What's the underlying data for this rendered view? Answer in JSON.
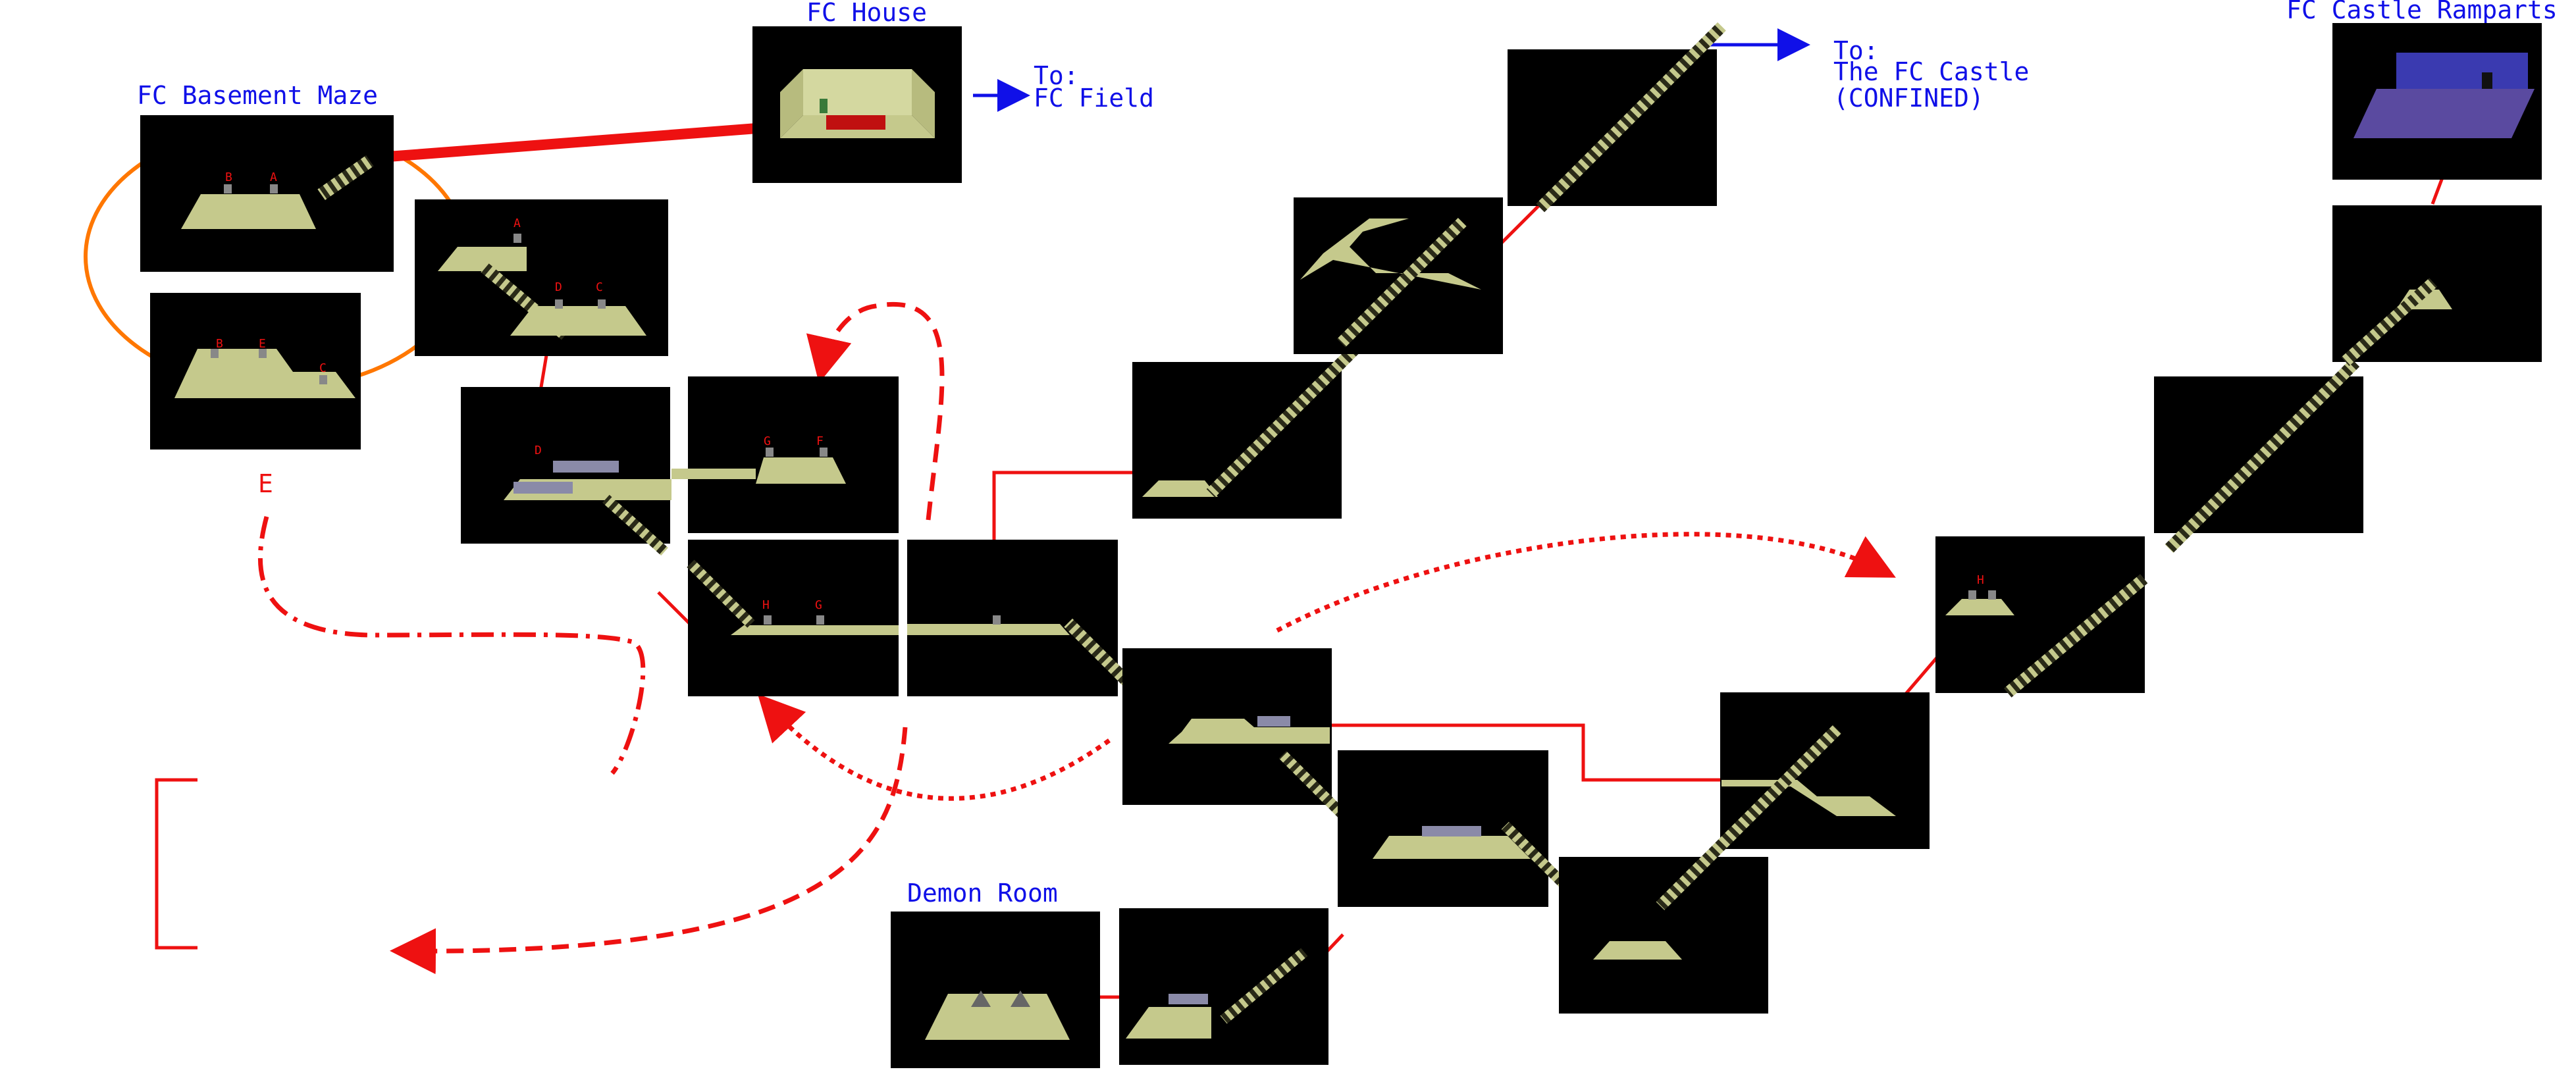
{
  "colors": {
    "path": "#ee1111",
    "loop": "#ff7700",
    "exit_arrow": "#1010e8",
    "room_bg": "#000000",
    "floor": "#c5c98c",
    "label": "#ee1111",
    "title": "#1010e8",
    "rampart": "#3a3ab0"
  },
  "rooms": {
    "fc_house": "FC House",
    "fc_basement_maze": "FC Basement Maze",
    "fc_castle_ramparts": "FC Castle Ramparts",
    "demon_room": "Demon Room"
  },
  "exits": {
    "field": {
      "to": "To:",
      "dest": "FC Field"
    },
    "castle": {
      "to": "To:",
      "dest": "The FC Castle",
      "note": "(CONFINED)"
    }
  },
  "markers": {
    "a": "A",
    "b": "B",
    "c": "C",
    "d": "D",
    "e": "E",
    "f": "F",
    "g": "G",
    "h": "H"
  }
}
